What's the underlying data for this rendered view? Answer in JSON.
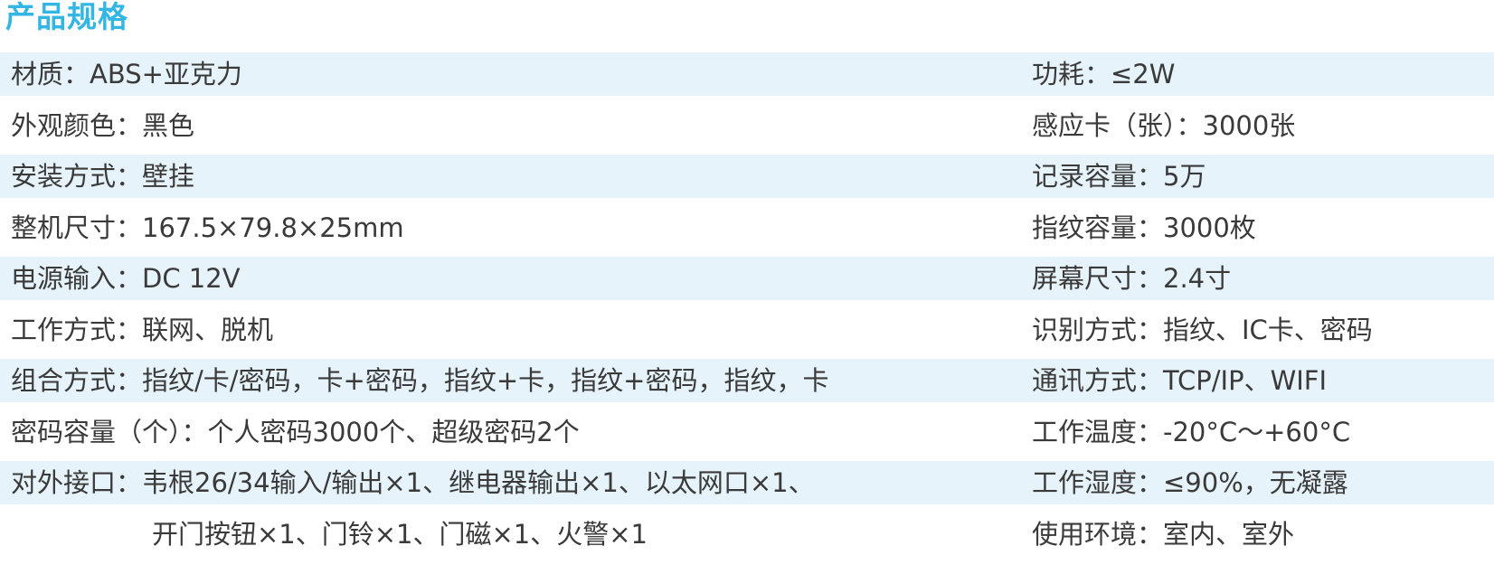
{
  "title": "产品规格",
  "rows": [
    {
      "left": "材质：ABS+亚克力",
      "right": "功耗：≤2W"
    },
    {
      "left": "外观颜色：黑色",
      "right": "感应卡（张）：3000张"
    },
    {
      "left": "安装方式：壁挂",
      "right": "记录容量：5万"
    },
    {
      "left": "整机尺寸：167.5×79.8×25mm",
      "right": "指纹容量：3000枚"
    },
    {
      "left": "电源输入：DC 12V",
      "right": "屏幕尺寸：2.4寸"
    },
    {
      "left": "工作方式：联网、脱机",
      "right": "识别方式：指纹、IC卡、密码"
    },
    {
      "left": "组合方式：指纹/卡/密码，卡+密码，指纹+卡，指纹+密码，指纹，卡",
      "right": "通讯方式：TCP/IP、WIFI"
    },
    {
      "left": "密码容量（个）：个人密码3000个、超级密码2个",
      "right": "工作温度：-20°C～+60°C"
    },
    {
      "left": "对外接口：韦根26/34输入/输出×1、继电器输出×1、以太网口×1、",
      "right": "工作湿度：≤90%，无凝露"
    },
    {
      "left": "开门按钮×1、门铃×1、门磁×1、火警×1",
      "right": "使用环境：室内、室外"
    }
  ],
  "colors": {
    "title": "#33b6e4",
    "row_shade": "#e6f3fa",
    "text": "#3a3a3a"
  }
}
